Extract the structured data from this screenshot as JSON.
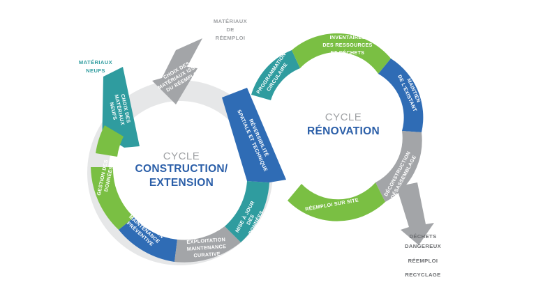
{
  "colors": {
    "blue": "#2f6cb5",
    "green": "#7abf43",
    "teal": "#2f9c9f",
    "gray": "#a3a5a8",
    "lightgray": "#d9dadb",
    "title_gray": "#9fa1a4",
    "title_blue": "#2a5ea8"
  },
  "cycle_construction": {
    "title_line1": "CYCLE",
    "title_line2": "CONSTRUCTION/",
    "title_line3": "EXTENSION"
  },
  "cycle_renovation": {
    "title_line1": "CYCLE",
    "title_line2": "RÉNOVATION"
  },
  "external": {
    "materiaux_reemploi": [
      "MATÉRIAUX",
      "DE",
      "RÉEMPLOI"
    ],
    "materiaux_neufs": [
      "MATÉRIAUX",
      "NEUFS"
    ],
    "outputs": [
      "DÉCHETS",
      "DANGEREUX",
      "RÉEMPLOI",
      "RECYCLAGE"
    ]
  },
  "segments": {
    "choix_reemploi": [
      "CHOIX DES",
      "MATÉRIAUX ISSUS",
      "DU RÉEMPLOI"
    ],
    "choix_neufs": [
      "CHOIX DES",
      "MATÉRIAUX",
      "NEUFS"
    ],
    "gestion_donnees": [
      "GESTION DES",
      "DONNÉES"
    ],
    "exploitation_preventive": [
      "EXPLOITATION",
      "MAINTENANCE",
      "PRÉVENTIVE"
    ],
    "exploitation_curative": [
      "EXPLOITATION",
      "MAINTENANCE",
      "CURATIVE"
    ],
    "mise_a_jour": [
      "MISE À JOUR",
      "DES",
      "DONNÉES"
    ],
    "reversibilite": [
      "RÉVERSIBILITÉ",
      "SPATIALE ET TECHNIQUE"
    ],
    "programmation": [
      "PROGRAMMATION",
      "CIRCULAIRE"
    ],
    "inventaires": [
      "INVENTAIRES",
      "DES RESSOURCES",
      "ET DÉCHETS"
    ],
    "maintien": [
      "MAINTIEN",
      "DE L'EXISTANT"
    ],
    "deconstruction": [
      "DÉCONSTRUCTION",
      "DÉSASSEMBLAGE"
    ],
    "reemploi_site": [
      "RÉEMPLOI SUR SITE"
    ]
  }
}
